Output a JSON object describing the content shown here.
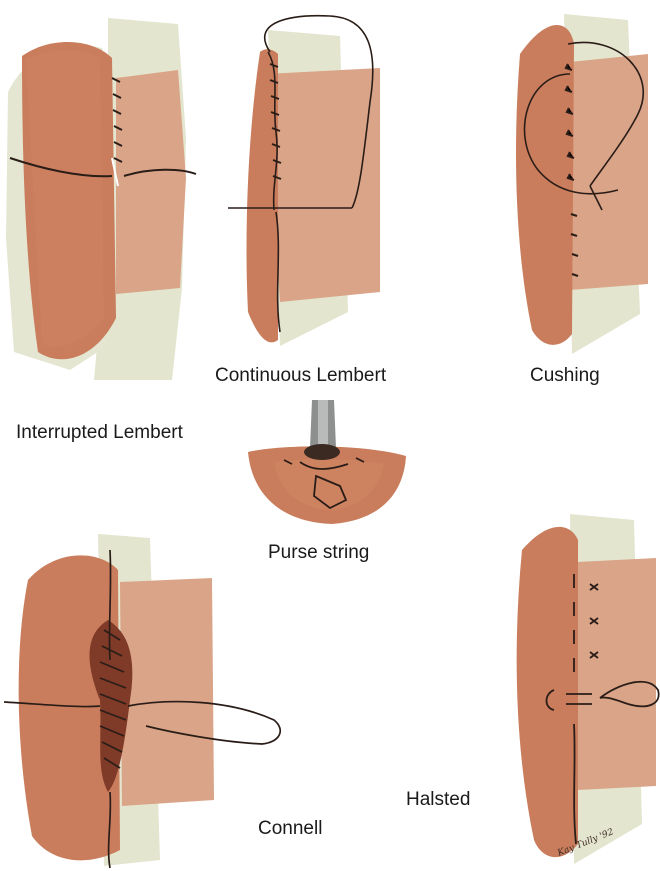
{
  "figure": {
    "panels": [
      {
        "id": "interrupted-lembert",
        "caption": "Interrupted Lembert"
      },
      {
        "id": "continuous-lembert",
        "caption": "Continuous Lembert"
      },
      {
        "id": "cushing",
        "caption": "Cushing"
      },
      {
        "id": "purse-string",
        "caption": "Purse string"
      },
      {
        "id": "connell",
        "caption": "Connell"
      },
      {
        "id": "halsted",
        "caption": "Halsted"
      }
    ],
    "signature": "Kay Tully '92"
  },
  "colors": {
    "tissue": "#c97d5c",
    "tissue_light": "#d9a487",
    "tissue_dark": "#a45a3f",
    "serosa_pale": "#e3e5cf",
    "suture": "#2a1d18",
    "caption_text": "#1a1a1a"
  }
}
